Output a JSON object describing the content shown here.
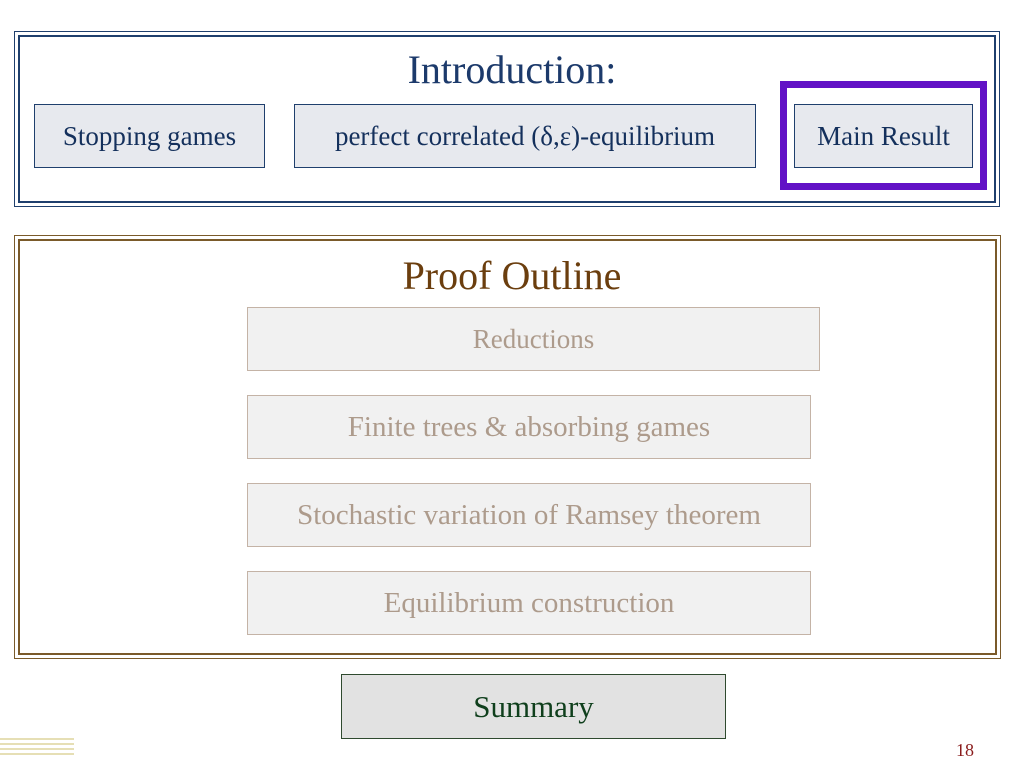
{
  "intro": {
    "title": "Introduction:",
    "nav": {
      "stopping_games": "Stopping games",
      "perfect_correlated": "perfect correlated (δ,ε)-equilibrium",
      "main_result": "Main Result"
    }
  },
  "proof": {
    "title": "Proof Outline",
    "steps": [
      "Reductions",
      "Finite trees & absorbing games",
      "Stochastic variation of Ramsey theorem",
      "Equilibrium construction"
    ]
  },
  "summary": {
    "label": "Summary"
  },
  "footer": {
    "page_number": "18"
  },
  "colors": {
    "intro_accent": "#1c3a6b",
    "proof_accent": "#6b3e0e",
    "highlight": "#6212c6",
    "summary_text": "#0f3f1c",
    "page_number": "#8a1c1c"
  }
}
